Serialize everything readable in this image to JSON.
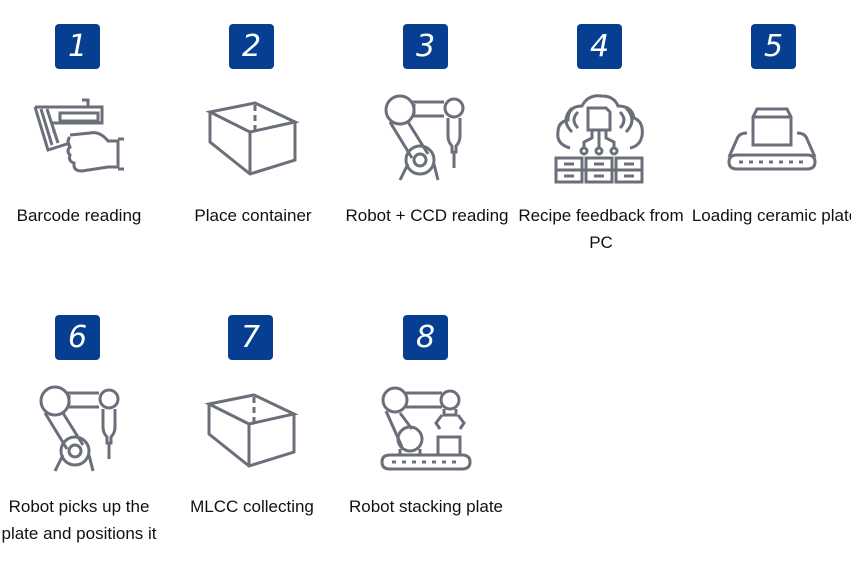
{
  "colors": {
    "badge": "#063f92",
    "icon": "#6b6f7a",
    "text": "#111111"
  },
  "steps": [
    {
      "number": "1",
      "icon": "barcode-scanner-icon",
      "label": "Barcode reading"
    },
    {
      "number": "2",
      "icon": "open-box-icon",
      "label": "Place container"
    },
    {
      "number": "3",
      "icon": "robot-arm-icon",
      "label": "Robot + CCD reading"
    },
    {
      "number": "4",
      "icon": "cloud-server-icon",
      "label": "Recipe feedback from PC"
    },
    {
      "number": "5",
      "icon": "conveyor-box-icon",
      "label": "Loading ceramic plate"
    },
    {
      "number": "6",
      "icon": "robot-arm-icon",
      "label": "Robot picks up the plate and positions it"
    },
    {
      "number": "7",
      "icon": "open-box-icon",
      "label": "MLCC collecting"
    },
    {
      "number": "8",
      "icon": "robot-conveyor-icon",
      "label": "Robot stacking plate"
    }
  ]
}
